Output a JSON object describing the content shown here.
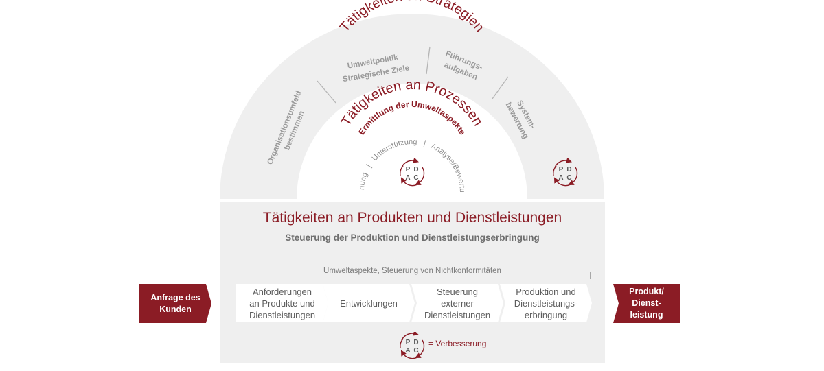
{
  "colors": {
    "accent": "#8b1c25",
    "panel": "#efefef",
    "text_gray": "#7b7b7b"
  },
  "strategies": {
    "title": "Tätigkeiten an Strategien",
    "segments": [
      {
        "line1": "Organisationsumfeld",
        "line2": "bestimmen"
      },
      {
        "line1": "Umweltpolitik",
        "line2": "Strategische Ziele"
      },
      {
        "line1": "Führungs-",
        "line2": "aufgaben"
      },
      {
        "line1": "System-",
        "line2": "bewertung"
      }
    ]
  },
  "processes": {
    "title": "Tätigkeiten an Prozessen",
    "subtitle": "Ermittlung der Umweltaspekte",
    "steps": [
      "Planung",
      "Unterstützung",
      "Analyse/Bewertung"
    ],
    "separator": "|"
  },
  "pdca": {
    "p": "P",
    "d": "D",
    "a": "A",
    "c": "C",
    "icon": "pdca-cycle-icon"
  },
  "products": {
    "title": "Tätigkeiten an Produkten und Dienstleistungen",
    "subtitle": "Steuerung der Produktion und Dienstleistungserbringung",
    "bracket_label": "Umweltaspekte, Steuerung von Nichtkonformitäten",
    "steps": [
      {
        "lines": [
          "Anforderungen",
          "an Produkte und",
          "Dienstleistungen"
        ]
      },
      {
        "lines": [
          "Entwicklungen"
        ]
      },
      {
        "lines": [
          "Steuerung",
          "externer",
          "Dienstleistungen"
        ]
      },
      {
        "lines": [
          "Produktion und",
          "Dienstleistungs-",
          "erbringung"
        ]
      }
    ],
    "legend": "= Verbesserung"
  },
  "input": {
    "line1": "Anfrage des",
    "line2": "Kunden"
  },
  "output": {
    "line1": "Produkt/",
    "line2": "Dienst-",
    "line3": "leistung"
  }
}
